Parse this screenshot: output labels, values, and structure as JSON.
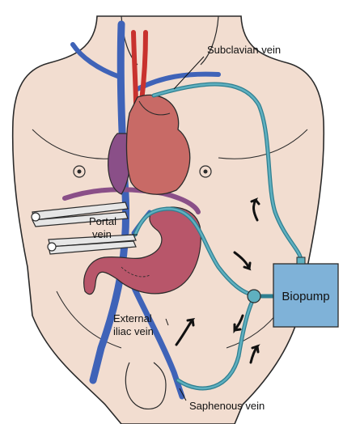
{
  "labels": {
    "subclavian_vein": "Subclavian vein",
    "portal_line1": "Portal",
    "portal_line2": "vein",
    "external_iliac_line1": "External",
    "external_iliac_line2": "iliac vein",
    "saphenous_vein": "Saphenous vein",
    "biopump": "Biopump"
  },
  "colors": {
    "skin": "#f2ddd0",
    "outline": "#2a2a2a",
    "vein": "#3f63b8",
    "artery": "#c8322e",
    "heart": "#c86a66",
    "heart_dark": "#8a4f88",
    "stomach": "#b8566a",
    "tube": "#5fb0c0",
    "tube_dark": "#2f7f90",
    "pump_fill": "#7fb2d8",
    "clamp": "#555555"
  },
  "icons": [
    "flow-arrow-icon",
    "clamp-icon"
  ]
}
